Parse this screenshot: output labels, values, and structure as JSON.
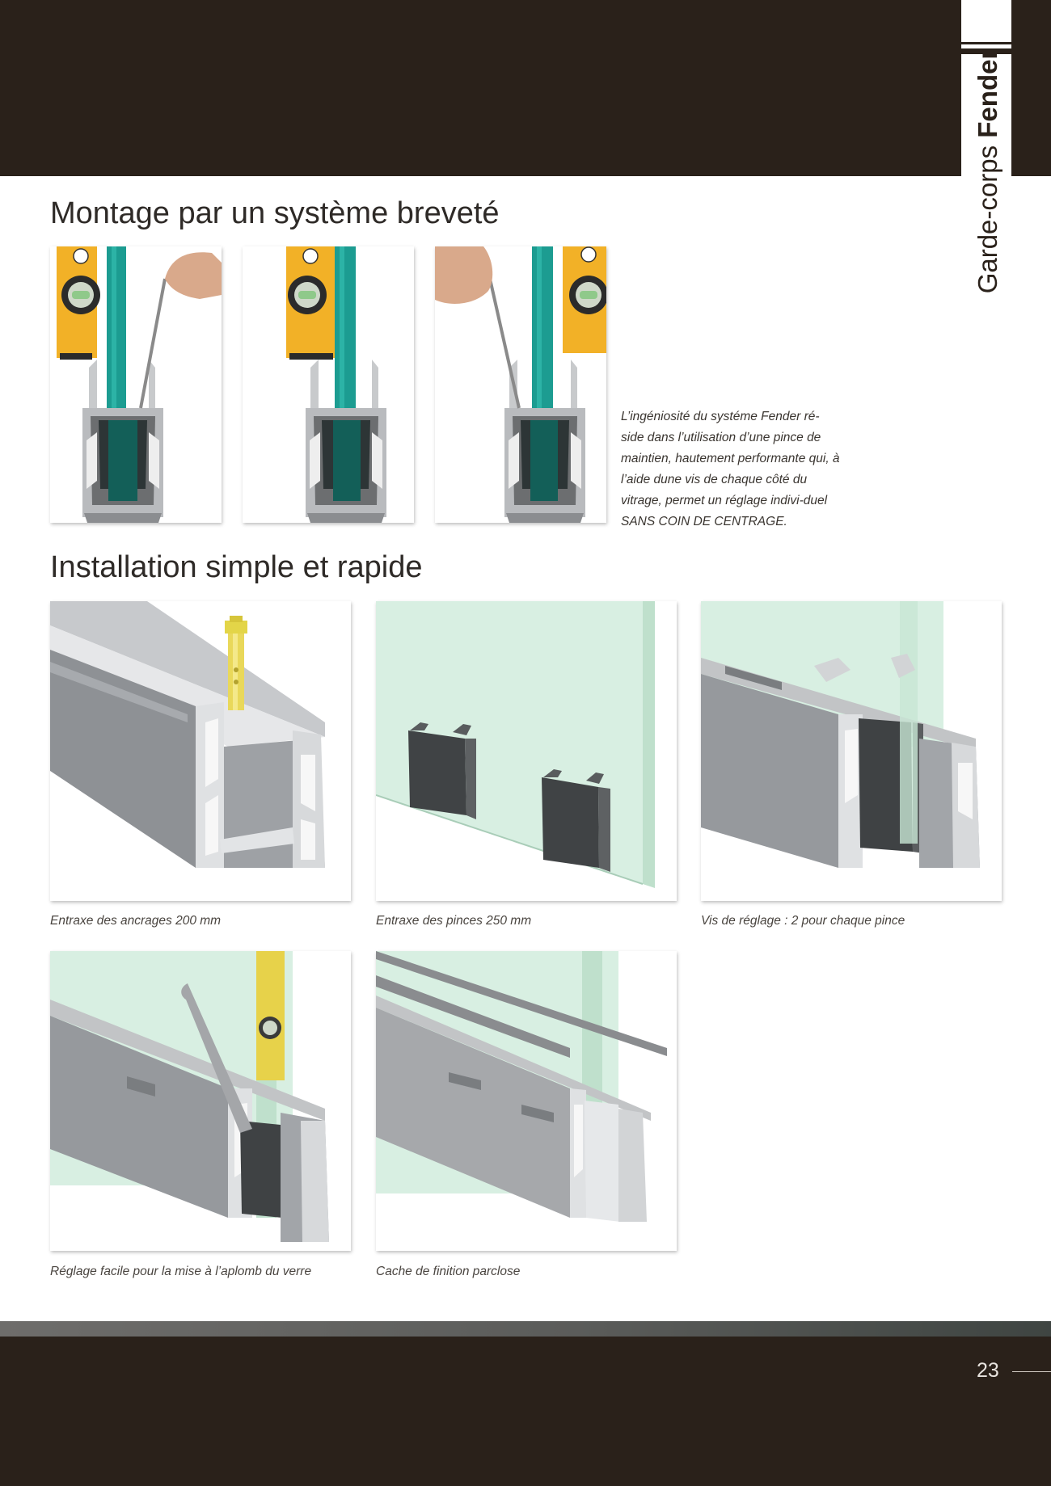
{
  "header": {
    "side_title_light": "Garde-corps ",
    "side_title_bold": "Fender"
  },
  "section1": {
    "title": "Montage par un système breveté",
    "paragraph": "L’ingéniosité du systéme Fender ré-side dans l’utilisation d’une pince de maintien, hautement performante qui, à l’aide dune vis de chaque côté du vitrage, permet un réglage indivi-duel SANS COIN DE CENTRAGE."
  },
  "section2": {
    "title": "Installation simple et rapide",
    "captions": [
      "Entraxe des ancrages 200 mm",
      "Entraxe des pinces 250 mm",
      "Vis de réglage : 2 pour chaque pince",
      "Réglage facile pour la mise à l’aplomb du verre",
      "Cache de finition parclose"
    ]
  },
  "footer": {
    "page_number": "23"
  },
  "colors": {
    "dark_band": "#2a211a",
    "glass_green": "#1c9c91",
    "glass_tint": "#d8efe2",
    "aluminium": "#a3a5a8",
    "level_yellow": "#f2b127"
  },
  "icons": [
    "level-tool",
    "aluminium-profile",
    "glass-panel",
    "anchor-bolt",
    "clamp",
    "hand",
    "hex-key"
  ]
}
